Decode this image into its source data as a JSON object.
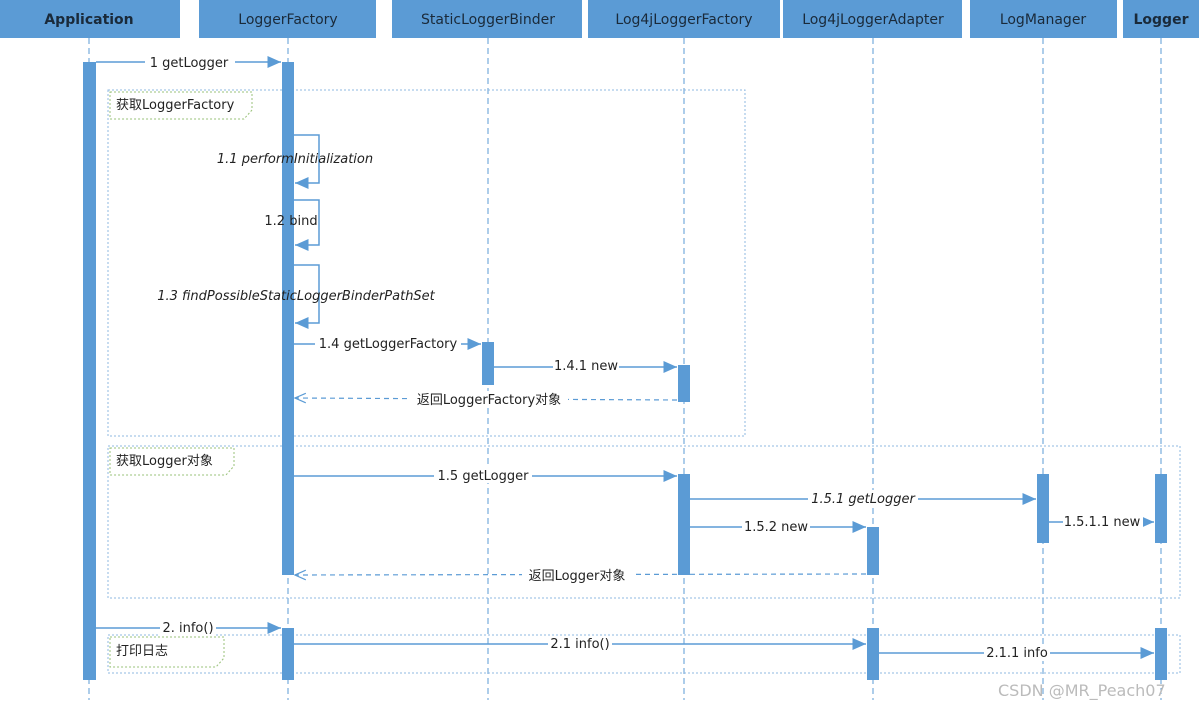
{
  "participants": [
    "Application",
    "LoggerFactory",
    "StaticLoggerBinder",
    "Log4jLoggerFactory",
    "Log4jLoggerAdapter",
    "LogManager",
    "Logger"
  ],
  "fragments": [
    "获取LoggerFactory",
    "获取Logger对象",
    "打印日志"
  ],
  "messages": {
    "m1": "1 getLogger",
    "m1_1": "1.1 performInitialization",
    "m1_2": "1.2 bind",
    "m1_3": "1.3 findPossibleStaticLoggerBinderPathSet",
    "m1_4": "1.4 getLoggerFactory",
    "m1_4_1": "1.4.1 new",
    "r1": "返回LoggerFactory对象",
    "m1_5": "1.5 getLogger",
    "m1_5_1": "1.5.1 getLogger",
    "m1_5_2": "1.5.2 new",
    "m1_5_1_1": "1.5.1.1 new",
    "r2": "返回Logger对象",
    "m2": "2. info()",
    "m2_1": "2.1 info()",
    "m2_1_1": "2.1.1 info"
  },
  "watermark": "CSDN @MR_Peach07",
  "colors": {
    "accent": "#5b9bd5"
  }
}
